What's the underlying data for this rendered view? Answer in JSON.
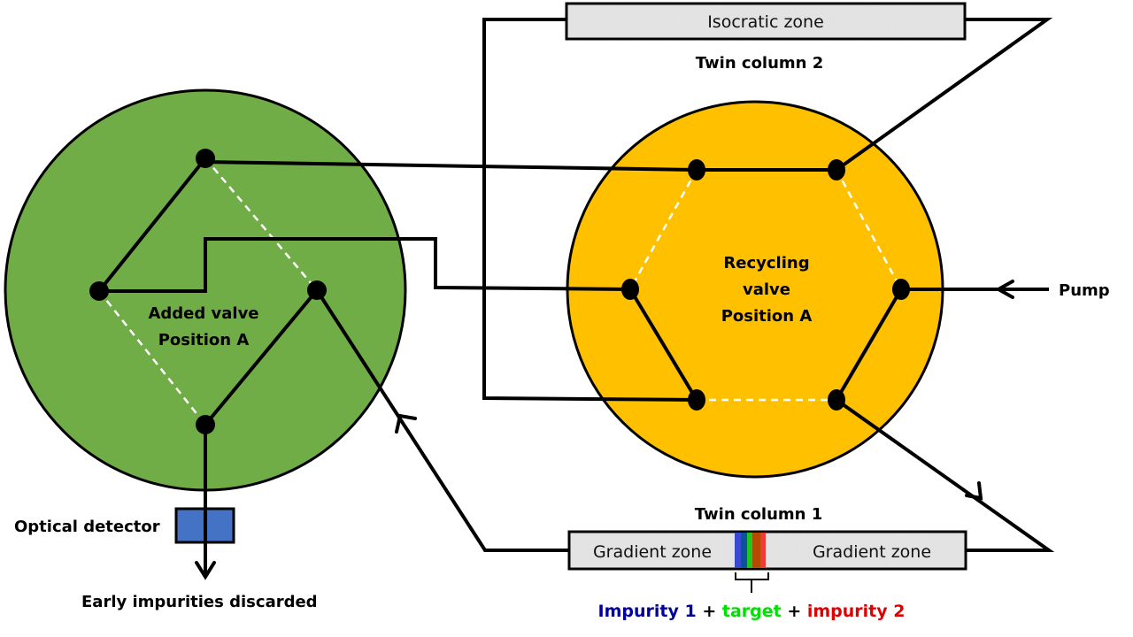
{
  "colors": {
    "added_valve": "#70ad47",
    "recycling_valve": "#ffc000",
    "detector": "#4472c4",
    "column_fill": "#e6e6e6",
    "impurity1": "#0000a0",
    "target": "#00e000",
    "impurity2": "#e00000",
    "band_colors": [
      "#3a4ad0",
      "#0f4fa0",
      "#1ec81e",
      "#b84a00",
      "#ef3a3a"
    ]
  },
  "added_valve": {
    "line1": "Added valve",
    "line2": "Position A"
  },
  "recycling_valve": {
    "line1": "Recycling",
    "line2": "valve",
    "line3": "Position A"
  },
  "twin_column_2": {
    "title": "Twin column 2",
    "zone": "Isocratic zone"
  },
  "twin_column_1": {
    "title": "Twin column 1",
    "zone_left": "Gradient zone",
    "zone_right": "Gradient zone"
  },
  "pump_label": "Pump",
  "detector_label": "Optical detector",
  "discard_label": "Early impurities discarded",
  "legend": {
    "impurity1": "Impurity 1",
    "plus1": " + ",
    "target": "target",
    "plus2": " + ",
    "impurity2": "impurity 2"
  }
}
